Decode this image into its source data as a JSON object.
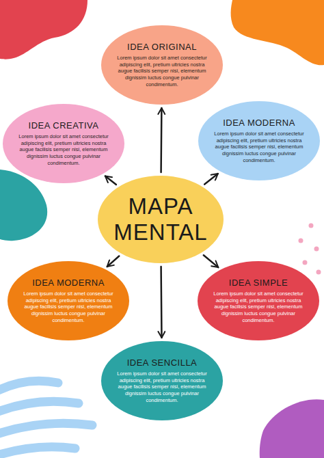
{
  "diagram": {
    "nodes": [
      {
        "text": [
          "IDEA ORIGINAL",
          "Lorem ipsum dolor sit amet consectetur adipiscing elit, pretium ultricies nostra augue facilisis semper nisi, elementum dignissim luctus congue pulvinar condimentum."
        ]
      },
      {
        "text": [
          "IDEA CREATIVA",
          "Lorem ipsum dolor sit amet consectetur adipiscing elit, pretium ultricies nostra augue facilisis semper nisi, elementum dignissim luctus congue pulvinar condimentum."
        ]
      },
      {
        "text": [
          "IDEA MODERNA",
          "Lorem ipsum dolor sit amet consectetur adipiscing elit, pretium ultricies nostra augue facilisis semper nisi, elementum dignissim luctus congue pulvinar condimentum."
        ]
      },
      {
        "text": [
          "MAPA MENTAL"
        ]
      },
      {
        "text": [
          "IDEA MODERNA",
          "Lorem ipsum dolor sit amet consectetur adipiscing elit, pretium ultricies nostra augue facilisis semper nisi, elementum dignissim luctus congue pulvinar condimentum."
        ]
      },
      {
        "text": [
          "IDEA SIMPLE",
          "Lorem ipsum dolor sit amet consectetur adipiscing elit, pretium ultricies nostra augue facilisis semper nisi, elementum dignissim luctus congue pulvinar condimentum."
        ]
      },
      {
        "text": [
          "IDEA SENCILLA",
          "Lorem ipsum dolor sit amet consectetur adipiscing elit, pretium ultricies nostra augue facilisis semper nisi, elementum dignissim luctus congue pulvinar condimentum."
        ]
      }
    ],
    "edges": [
      {
        "from": 3,
        "to": 0,
        "arrow": "to"
      },
      {
        "from": 3,
        "to": 1,
        "arrow": "to"
      },
      {
        "from": 3,
        "to": 2,
        "arrow": "to"
      },
      {
        "from": 3,
        "to": 4,
        "arrow": "to"
      },
      {
        "from": 3,
        "to": 5,
        "arrow": "to"
      },
      {
        "from": 3,
        "to": 6,
        "arrow": "to"
      }
    ]
  }
}
